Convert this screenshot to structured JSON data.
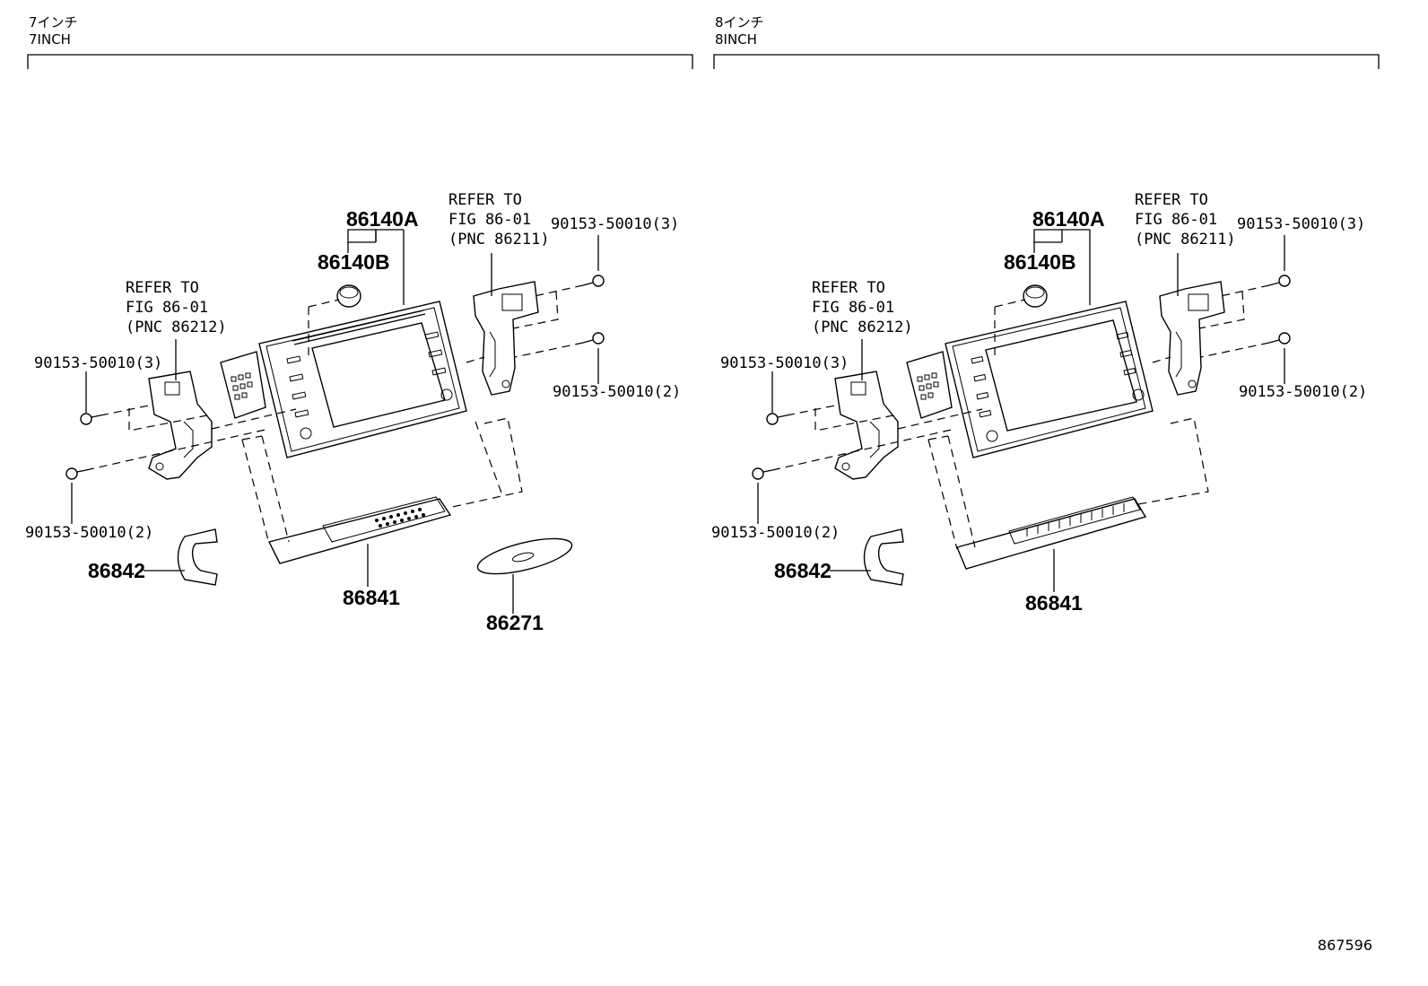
{
  "sections": [
    {
      "title_ja": "7インチ",
      "title_en": "7INCH"
    },
    {
      "title_ja": "8インチ",
      "title_en": "8INCH"
    }
  ],
  "labels": {
    "assy_a": "86140A",
    "assy_b": "86140B",
    "refer_right": [
      "REFER TO",
      "FIG 86-01",
      "(PNC 86211)"
    ],
    "refer_left": [
      "REFER TO",
      "FIG 86-01",
      "(PNC 86212)"
    ],
    "screw_top_right": "90153-50010(3)",
    "screw_mid_right": "90153-50010(2)",
    "screw_left_upper": "90153-50010(3)",
    "screw_left_lower": "90153-50010(2)",
    "bracket_clip": "86842",
    "module": "86841",
    "disc": "86271"
  },
  "diagram_id": "867596"
}
